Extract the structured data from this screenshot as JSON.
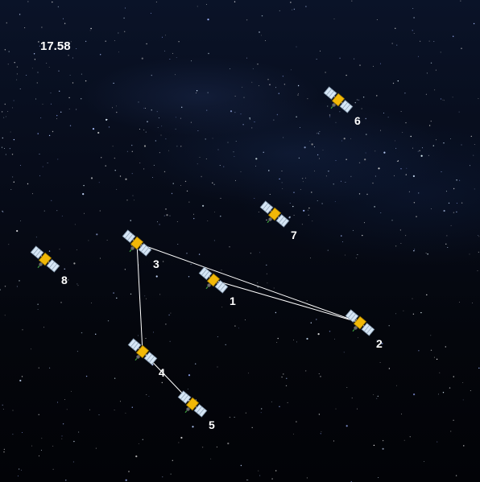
{
  "timer": "17.58",
  "satellites": [
    {
      "label": "1"
    },
    {
      "label": "2"
    },
    {
      "label": "3"
    },
    {
      "label": "4"
    },
    {
      "label": "5"
    },
    {
      "label": "6"
    },
    {
      "label": "7"
    },
    {
      "label": "8"
    }
  ],
  "links": [
    [
      "3",
      "2"
    ],
    [
      "1",
      "2"
    ],
    [
      "3",
      "4"
    ],
    [
      "4",
      "5"
    ]
  ],
  "colors": {
    "link": "#ffffff",
    "label": "#ffffff",
    "panel": "#d6e6f5",
    "body": "#f2b807"
  },
  "icon": "satellite-icon"
}
